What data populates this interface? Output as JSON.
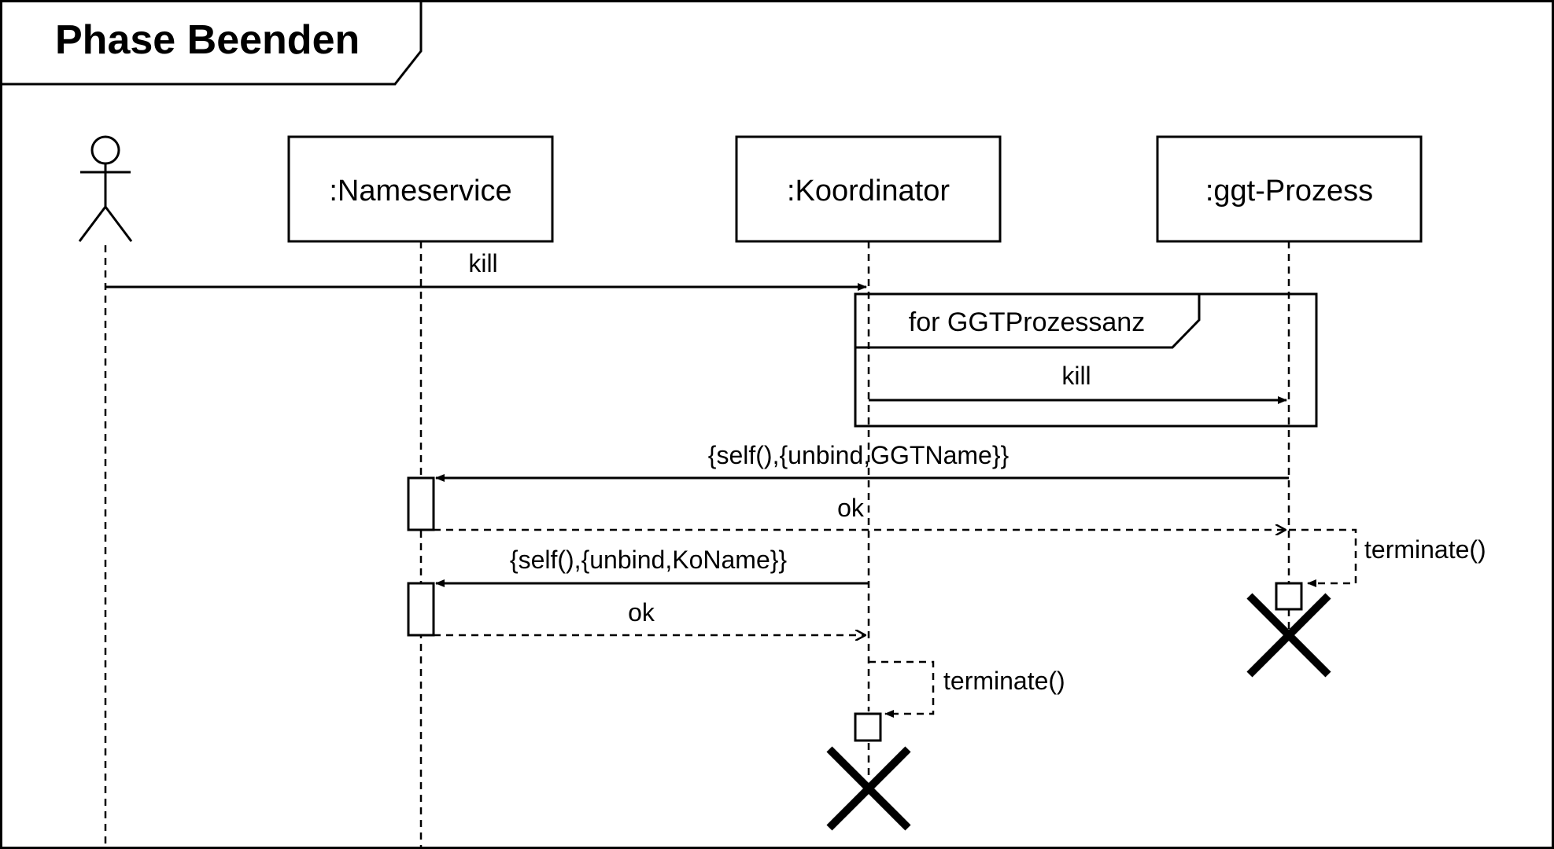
{
  "diagram": {
    "title": "Phase Beenden",
    "lifelines": [
      {
        "id": "nameservice",
        "label": ":Nameservice"
      },
      {
        "id": "koordinator",
        "label": ":Koordinator"
      },
      {
        "id": "ggt",
        "label": ":ggt-Prozess"
      }
    ],
    "loop_fragment": {
      "label": "for GGTProzessanz"
    },
    "messages": [
      {
        "label": "kill",
        "from": "actor",
        "to": "koordinator",
        "kind": "sync"
      },
      {
        "label": "kill",
        "from": "koordinator",
        "to": "ggt",
        "kind": "sync"
      },
      {
        "label": "{self(),{unbind,GGTName}}",
        "from": "ggt",
        "to": "nameservice",
        "kind": "sync"
      },
      {
        "label": "ok",
        "from": "nameservice",
        "to": "ggt",
        "kind": "reply"
      },
      {
        "label": "terminate()",
        "from": "ggt",
        "to": "ggt",
        "kind": "self"
      },
      {
        "label": "{self(),{unbind,KoName}}",
        "from": "koordinator",
        "to": "nameservice",
        "kind": "sync"
      },
      {
        "label": "ok",
        "from": "nameservice",
        "to": "koordinator",
        "kind": "reply"
      },
      {
        "label": "terminate()",
        "from": "koordinator",
        "to": "koordinator",
        "kind": "self"
      }
    ]
  }
}
